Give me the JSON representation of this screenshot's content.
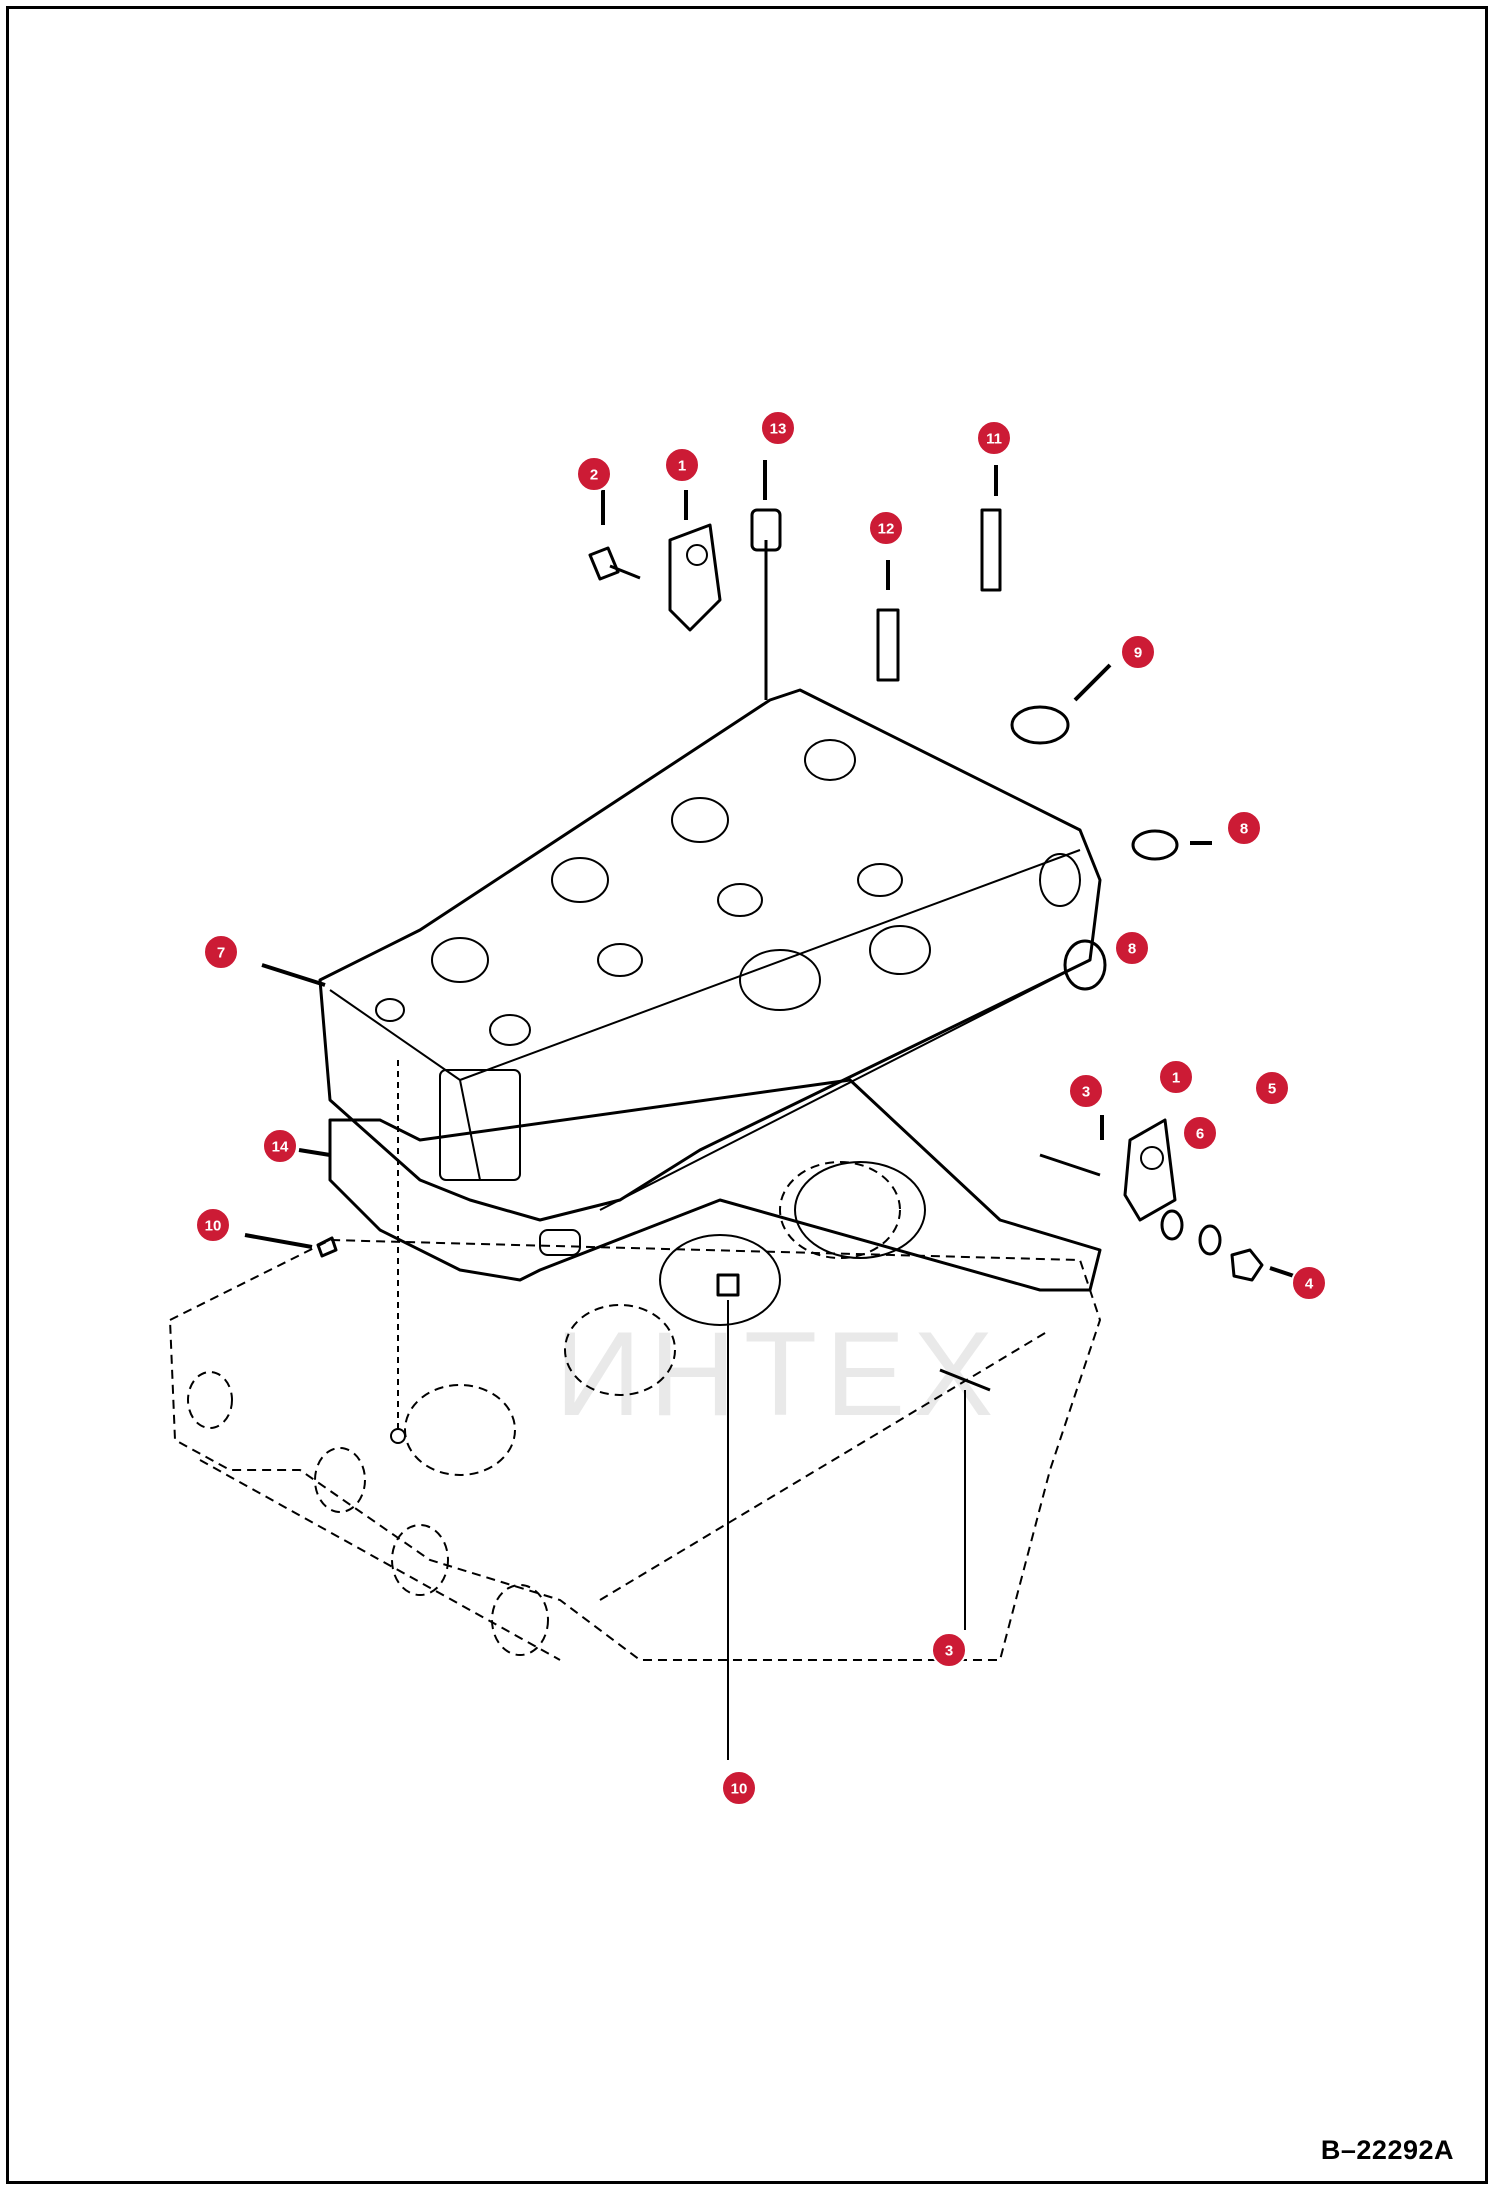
{
  "drawing": {
    "reference": "B–22292A",
    "watermark": "ИНТЕХ",
    "watermark_color": "#cc1b35"
  },
  "callout_color": "#cc1b35",
  "callouts": [
    {
      "id": "13"
    },
    {
      "id": "11"
    },
    {
      "id": "2"
    },
    {
      "id": "1"
    },
    {
      "id": "12"
    },
    {
      "id": "9"
    },
    {
      "id": "8"
    },
    {
      "id": "7"
    },
    {
      "id": "8"
    },
    {
      "id": "3"
    },
    {
      "id": "1"
    },
    {
      "id": "5"
    },
    {
      "id": "6"
    },
    {
      "id": "14"
    },
    {
      "id": "10"
    },
    {
      "id": "4"
    },
    {
      "id": "3"
    },
    {
      "id": "10"
    }
  ]
}
